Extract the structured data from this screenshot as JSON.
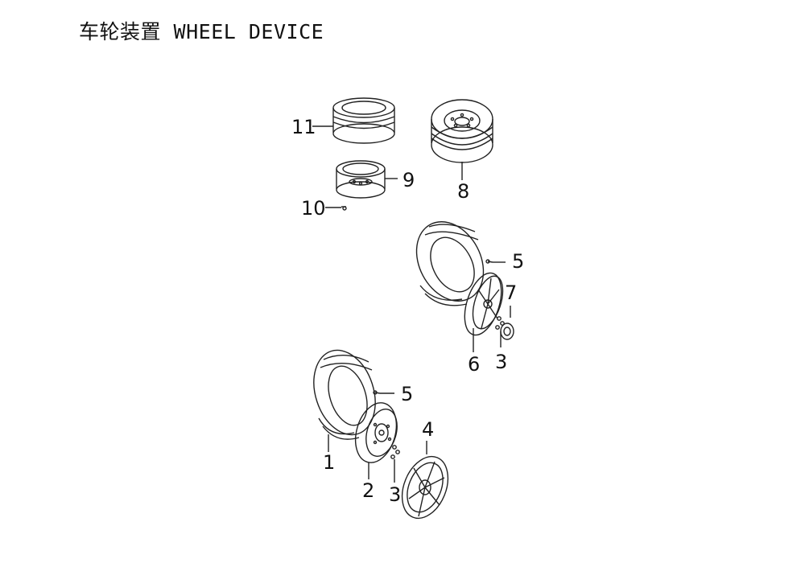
{
  "title": "车轮装置 WHEEL DEVICE",
  "callouts": {
    "c1": "1",
    "c2": "2",
    "c3_lower": "3",
    "c4": "4",
    "c5_lower": "5",
    "c3_upper": "3",
    "c5_upper": "5",
    "c6": "6",
    "c7": "7",
    "c8": "8",
    "c9": "9",
    "c10": "10",
    "c11": "11"
  }
}
